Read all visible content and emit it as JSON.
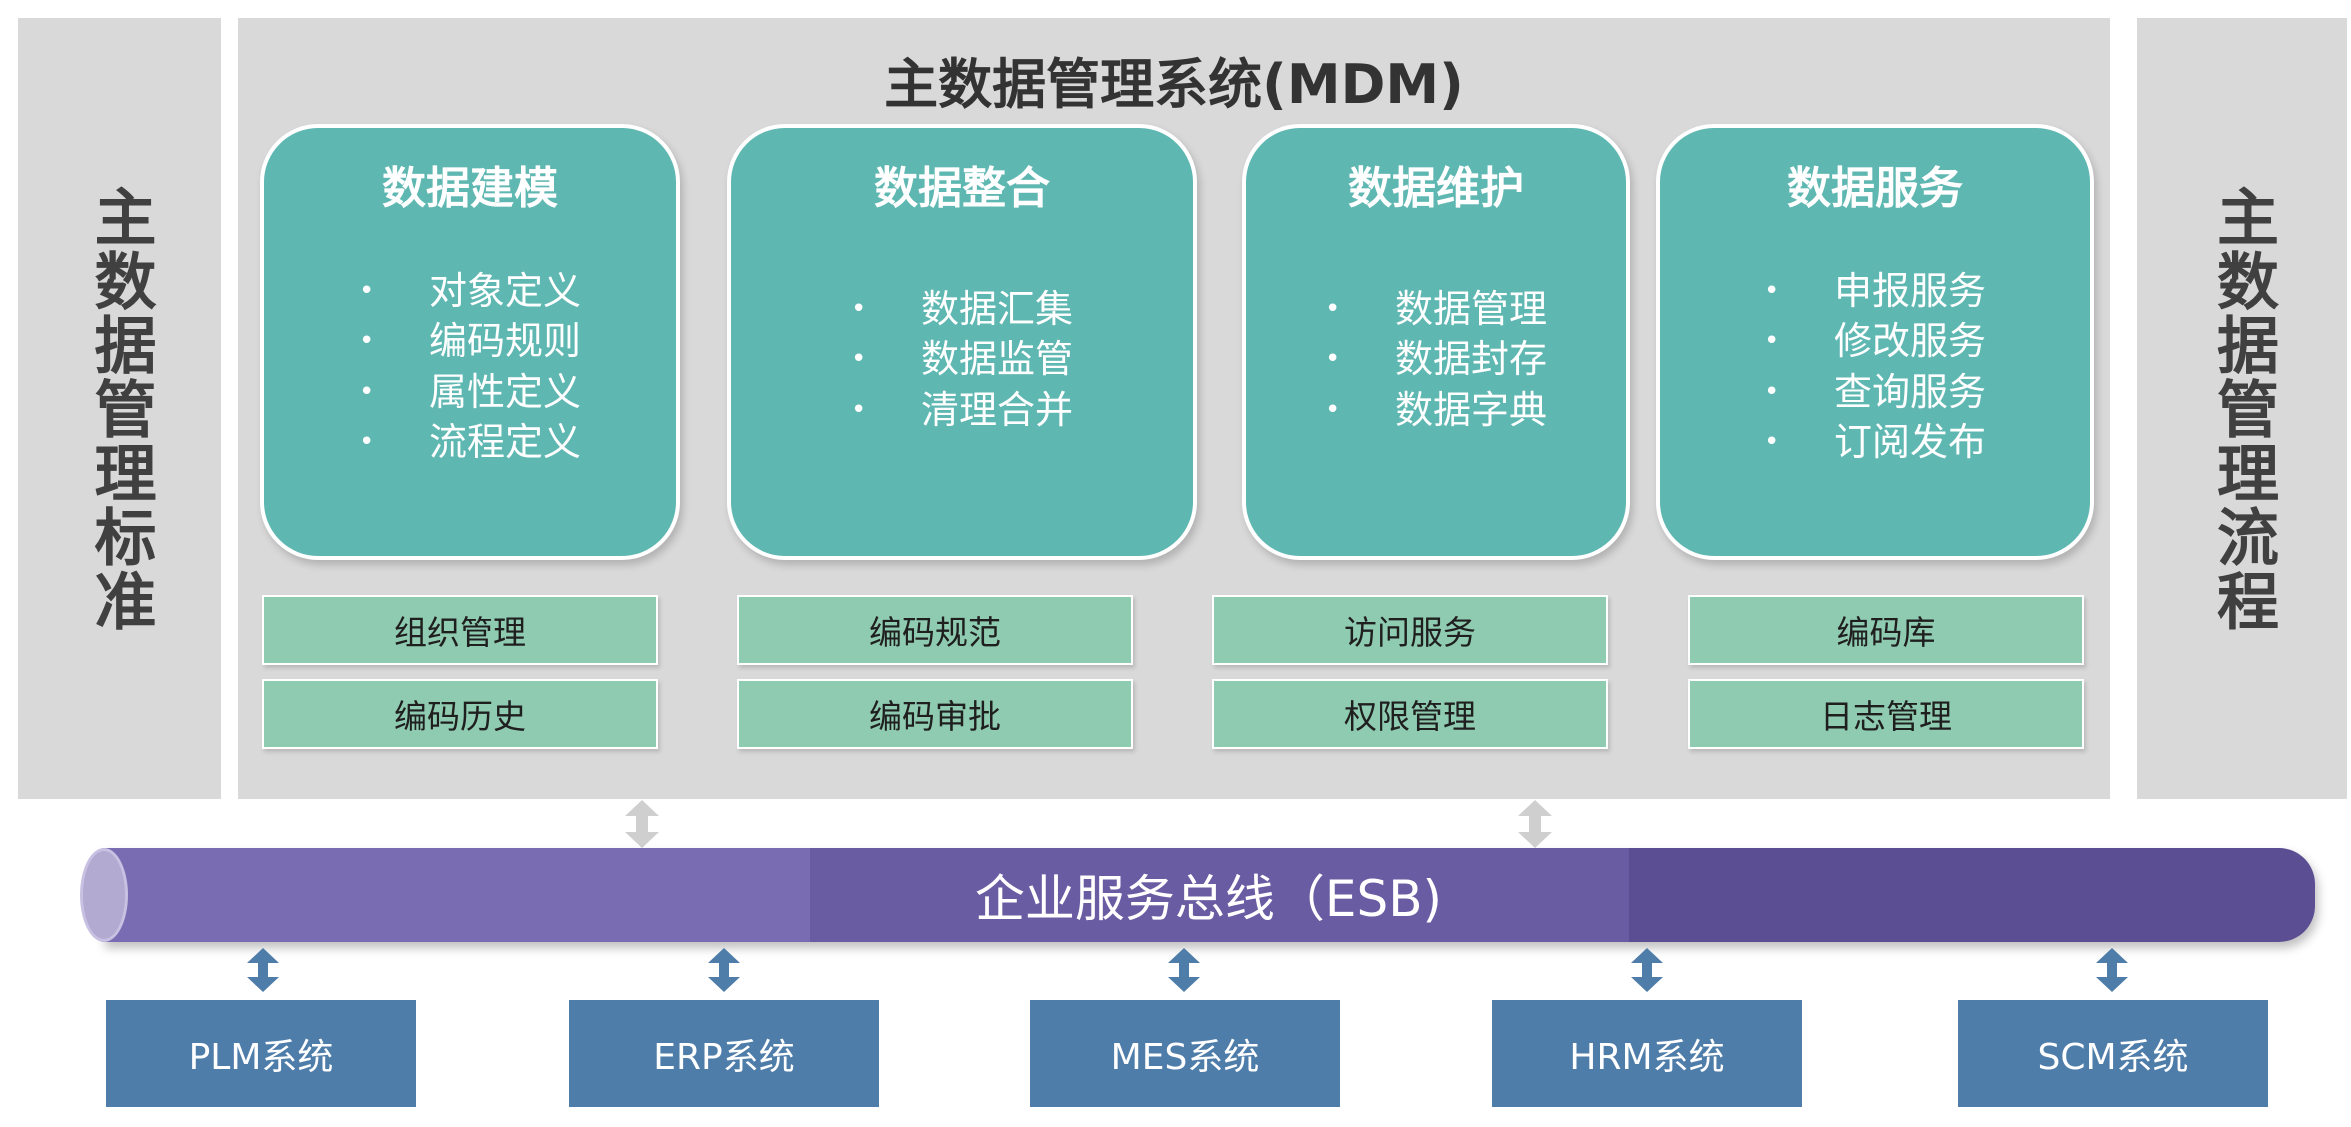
{
  "left_panel": {
    "text": "主数据管理标准"
  },
  "right_panel": {
    "text": "主数据管理流程"
  },
  "mdm": {
    "title": "主数据管理系统(MDM)",
    "cards": [
      {
        "title": "数据建模",
        "items": [
          "对象定义",
          "编码规则",
          "属性定义",
          "流程定义"
        ]
      },
      {
        "title": "数据整合",
        "items": [
          "数据汇集",
          "数据监管",
          "清理合并"
        ]
      },
      {
        "title": "数据维护",
        "items": [
          "数据管理",
          "数据封存",
          "数据字典"
        ]
      },
      {
        "title": "数据服务",
        "items": [
          "申报服务",
          "修改服务",
          "查询服务",
          "订阅发布"
        ]
      }
    ],
    "modules_row1": [
      "组织管理",
      "编码规范",
      "访问服务",
      "编码库"
    ],
    "modules_row2": [
      "编码历史",
      "编码审批",
      "权限管理",
      "日志管理"
    ]
  },
  "esb": {
    "label": "企业服务总线（ESB)"
  },
  "systems": [
    "PLM系统",
    "ERP系统",
    "MES系统",
    "HRM系统",
    "SCM系统"
  ],
  "bullet_glyph": "•",
  "colors": {
    "panel_gray": "#d9d9d9",
    "card_teal": "#5fb7b2",
    "module_green": "#8fcbb0",
    "esb_purple": "#6a5ca2",
    "system_blue": "#4f7daa",
    "arrow_blue": "#4f7daa",
    "arrow_gray": "#cfcfcf"
  }
}
